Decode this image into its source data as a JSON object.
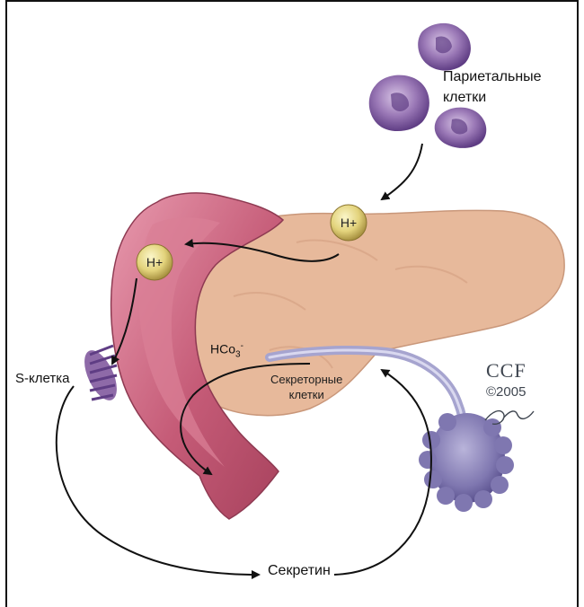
{
  "labels": {
    "parietal_line1": "Париетальные",
    "parietal_line2": "клетки",
    "s_cell": "S-клетка",
    "hco3_base": "HCo",
    "hco3_sub": "3",
    "hco3_sup": "-",
    "secretory_line1": "Секреторные",
    "secretory_line2": "клетки",
    "secretin": "Секретин",
    "ion_upper": "H+",
    "ion_lower": "H+"
  },
  "watermark": {
    "logo": "CCF",
    "year": "©2005",
    "signature": "DHaley"
  },
  "colors": {
    "pancreas": "#e7b99b",
    "duodenum_outer": "#d17890",
    "duodenum_inner": "#b54a64",
    "parietal_cells": "#8e6aa8",
    "acinus": "#8c84b8",
    "ion_fill": "#e3d37c",
    "arrows": "#111111"
  }
}
